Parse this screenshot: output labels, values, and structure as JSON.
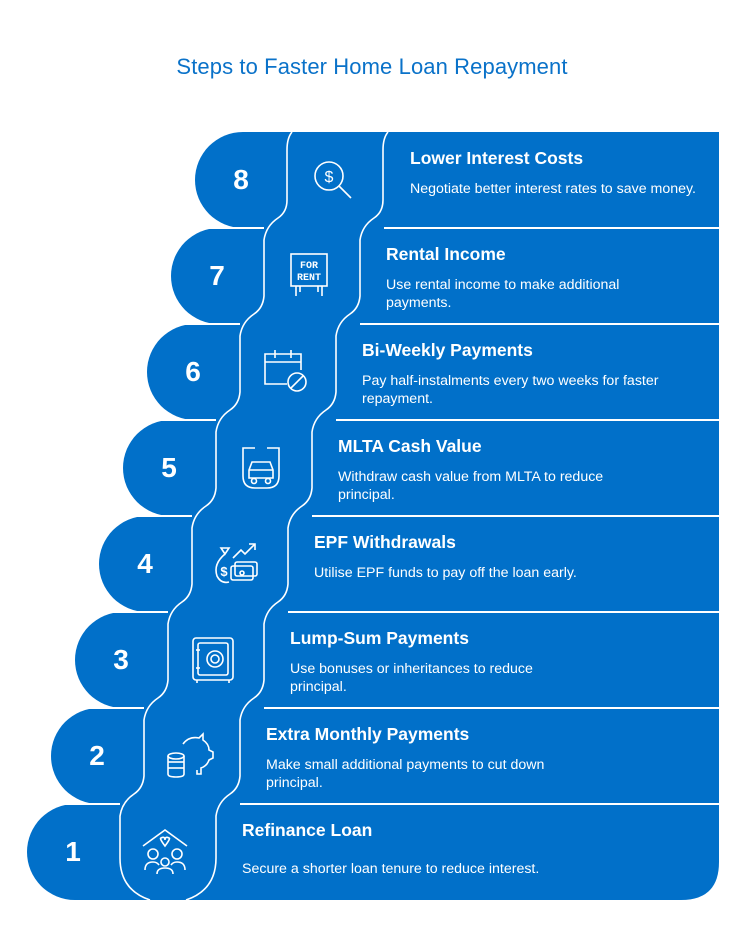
{
  "title": "Steps to Faster Home Loan Repayment",
  "colors": {
    "accent": "#0a72c9",
    "fill": "#0170c9",
    "separator": "#ffffff",
    "background": "#ffffff"
  },
  "steps": [
    {
      "number": "8",
      "title": "Lower Interest Costs",
      "description": "Negotiate better interest rates to save money.",
      "icon": "dollar-magnifier-icon"
    },
    {
      "number": "7",
      "title": "Rental Income",
      "description": "Use rental income to make additional payments.",
      "icon": "for-rent-sign-icon",
      "icon_text": [
        "FOR",
        "RENT"
      ]
    },
    {
      "number": "6",
      "title": "Bi-Weekly Payments",
      "description": "Pay half-instalments every two weeks for faster repayment.",
      "icon": "calendar-cancel-icon"
    },
    {
      "number": "5",
      "title": "MLTA Cash Value",
      "description": "Withdraw cash value from MLTA to reduce principal.",
      "icon": "car-insurance-shield-icon"
    },
    {
      "number": "4",
      "title": "EPF Withdrawals",
      "description": "Utilise EPF funds to pay off the loan early.",
      "icon": "money-bag-growth-icon"
    },
    {
      "number": "3",
      "title": "Lump-Sum Payments",
      "description": "Use bonuses or inheritances to reduce principal.",
      "icon": "safe-icon"
    },
    {
      "number": "2",
      "title": "Extra Monthly Payments",
      "description": "Make small additional payments to cut down principal.",
      "icon": "piggy-bank-coins-icon"
    },
    {
      "number": "1",
      "title": "Refinance Loan",
      "description": "Secure a shorter loan tenure to reduce interest.",
      "icon": "family-home-icon"
    }
  ]
}
